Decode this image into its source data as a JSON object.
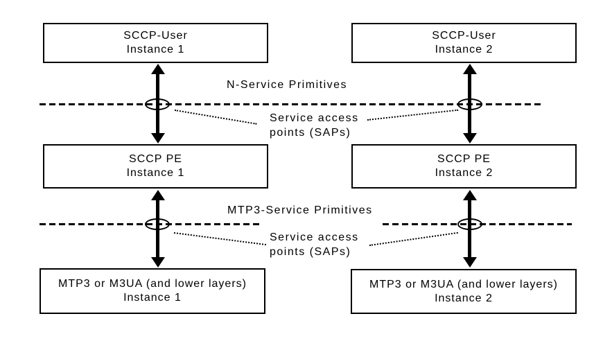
{
  "colors": {
    "ink": "#000000",
    "background": "#ffffff"
  },
  "boxes": {
    "sccp_user_1": {
      "title": "SCCP-User",
      "instance": "Instance 1"
    },
    "sccp_user_2": {
      "title": "SCCP-User",
      "instance": "Instance 2"
    },
    "sccp_pe_1": {
      "title": "SCCP PE",
      "instance": "Instance 1"
    },
    "sccp_pe_2": {
      "title": "SCCP PE",
      "instance": "Instance 2"
    },
    "mtp3_1": {
      "title": "MTP3 or M3UA (and lower layers)",
      "instance": "Instance 1"
    },
    "mtp3_2": {
      "title": "MTP3 or M3UA (and lower layers)",
      "instance": "Instance 2"
    }
  },
  "labels": {
    "n_service_primitives": "N-Service Primitives",
    "mtp3_service_primitives": "MTP3-Service Primitives",
    "service_access_line1": "Service access",
    "service_access_line2": "points (SAPs)"
  }
}
